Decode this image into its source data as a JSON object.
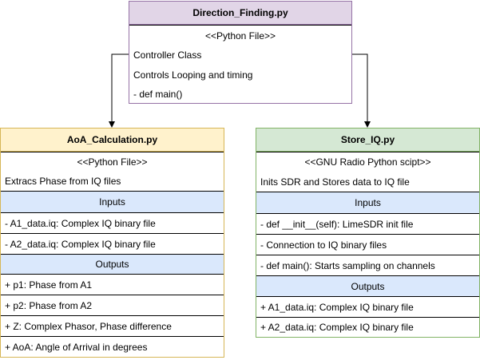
{
  "colors": {
    "purple_header": "#e1d5e7",
    "purple_border": "#9673a6",
    "yellow_header": "#fff2cc",
    "yellow_border": "#d6b656",
    "green_header": "#d5e8d4",
    "green_border": "#82b366",
    "section_fill": "#dae8fc"
  },
  "direction": {
    "title": "Direction_Finding.py",
    "stereotype": "<<Python File>>",
    "rows": [
      "Controller Class",
      "Controls Looping and timing",
      "- def main()"
    ]
  },
  "aoa": {
    "title": "AoA_Calculation.py",
    "stereotype": "<<Python File>>",
    "description": "Extracs Phase from IQ files",
    "inputs_label": "Inputs",
    "inputs": [
      "- A1_data.iq: Complex IQ binary file",
      "- A2_data.iq: Complex IQ binary file"
    ],
    "outputs_label": "Outputs",
    "outputs": [
      "+ p1: Phase from A1",
      "+ p2: Phase from A2",
      "+ Z: Complex Phasor, Phase difference",
      "+ AoA: Angle of Arrival in degrees"
    ]
  },
  "store": {
    "title": "Store_IQ.py",
    "stereotype": "<<GNU Radio Python scipt>>",
    "description": "Inits SDR and Stores data to IQ file",
    "inputs_label": "Inputs",
    "inputs": [
      "- def __init__(self): LimeSDR init file",
      "- Connection to IQ binary files",
      "- def main(): Starts sampling on channels"
    ],
    "outputs_label": "Outputs",
    "outputs": [
      "+ A1_data.iq: Complex IQ binary file",
      "+ A2_data.iq: Complex IQ binary file"
    ]
  }
}
